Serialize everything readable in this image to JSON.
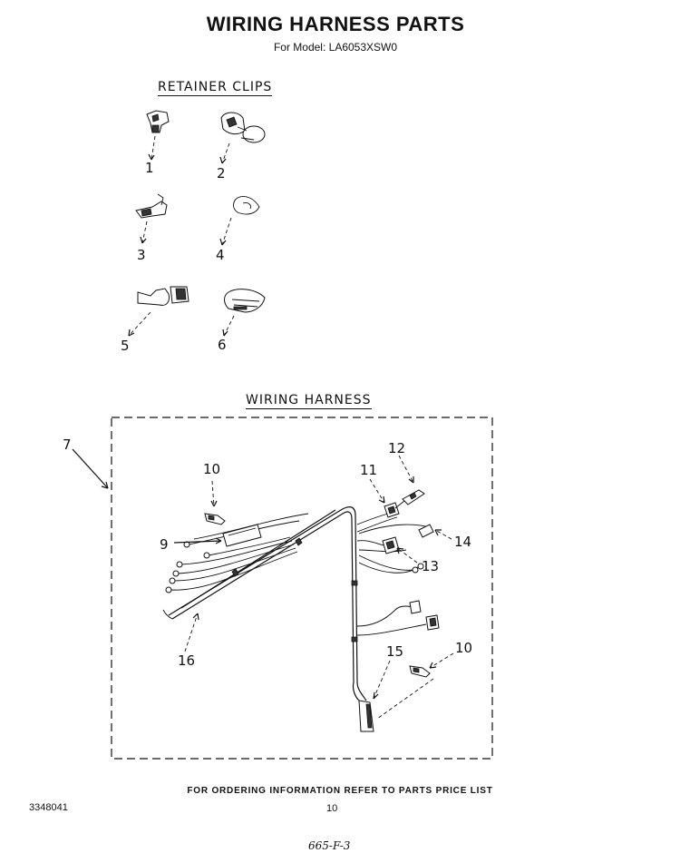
{
  "header": {
    "title": "WIRING HARNESS PARTS",
    "subtitle": "For Model: LA6053XSW0"
  },
  "sections": {
    "retainer_clips": "RETAINER CLIPS",
    "wiring_harness": "WIRING HARNESS"
  },
  "callouts": {
    "c1": "1",
    "c2": "2",
    "c3": "3",
    "c4": "4",
    "c5": "5",
    "c6": "6",
    "c7": "7",
    "c9": "9",
    "c10a": "10",
    "c10b": "10",
    "c11": "11",
    "c12": "12",
    "c13": "13",
    "c14": "14",
    "c15": "15",
    "c16": "16"
  },
  "footer": {
    "ordering_note": "FOR ORDERING INFORMATION REFER TO PARTS PRICE LIST",
    "doc_number": "3348041",
    "page": "10",
    "handwritten": "665-F-3"
  }
}
